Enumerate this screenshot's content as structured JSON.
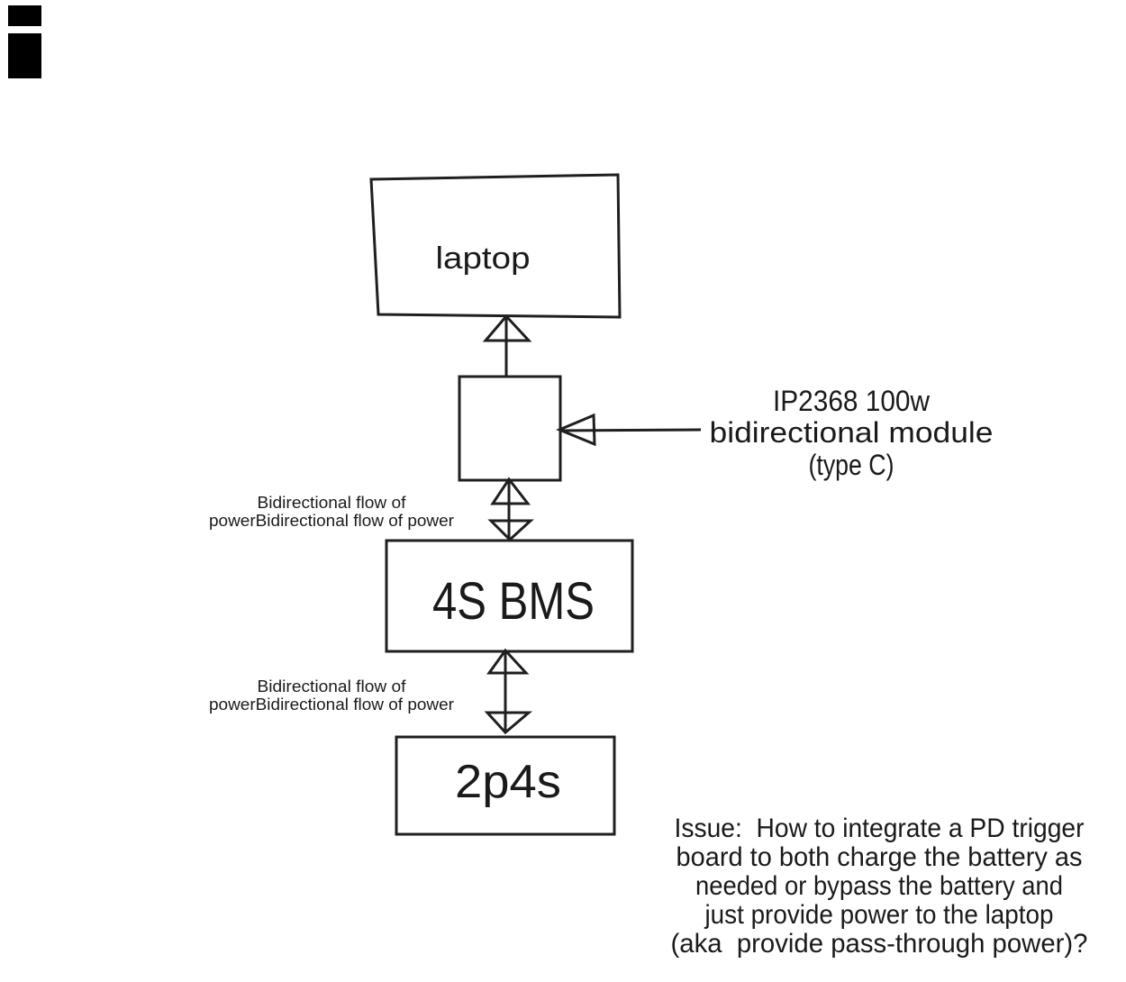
{
  "diagram": {
    "background": "#ffffff",
    "ink": "#1a1a1a",
    "nodes": {
      "laptop": {
        "label": "laptop"
      },
      "bms": {
        "label": "4S BMS"
      },
      "battery": {
        "label": "2p4s"
      }
    },
    "notes": {
      "module": {
        "lines": [
          "IP2368 100w",
          "bidirectional module",
          "(type C)"
        ]
      },
      "flow_upper": {
        "lines": [
          "Bidirectional flow of",
          "powerBidirectional flow of power"
        ]
      },
      "flow_lower": {
        "lines": [
          "Bidirectional flow of",
          "powerBidirectional flow of power"
        ]
      },
      "issue": {
        "lines": [
          "Issue:  How to integrate a PD trigger",
          "board to both charge the battery as",
          "needed or bypass the battery and",
          "just provide power to the laptop",
          "(aka  provide pass-through power)?"
        ]
      }
    }
  }
}
